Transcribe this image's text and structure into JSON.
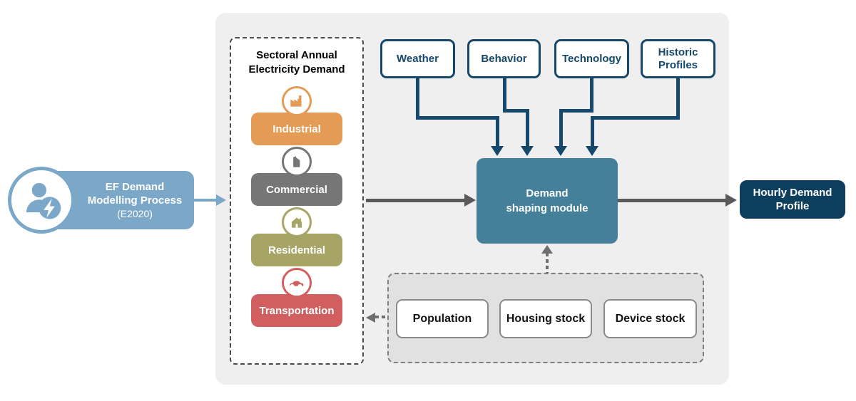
{
  "source": {
    "title_line1": "EF Demand",
    "title_line2": "Modelling Process",
    "subtitle": "(E2020)",
    "icon": "person-energy-icon"
  },
  "sectoral": {
    "title_line1": "Sectoral Annual",
    "title_line2": "Electricity Demand",
    "sectors": [
      {
        "label": "Industrial",
        "color": "#E49B55",
        "icon": "factory-icon"
      },
      {
        "label": "Commercial",
        "color": "#767676",
        "icon": "office-building-icon"
      },
      {
        "label": "Residential",
        "color": "#A6A566",
        "icon": "house-icon"
      },
      {
        "label": "Transportation",
        "color": "#D15F5F",
        "icon": "car-icon"
      }
    ]
  },
  "top_inputs": [
    {
      "label": "Weather"
    },
    {
      "label": "Behavior"
    },
    {
      "label": "Technology"
    },
    {
      "label": "Historic Profiles"
    }
  ],
  "module": {
    "label_line1": "Demand",
    "label_line2": "shaping module",
    "color": "#45809B"
  },
  "output": {
    "label_line1": "Hourly Demand",
    "label_line2": "Profile",
    "color": "#0E3E5E"
  },
  "bottom_inputs": [
    {
      "label": "Population"
    },
    {
      "label": "Housing stock"
    },
    {
      "label": "Device stock"
    }
  ],
  "colors": {
    "accent_navy": "#15486B",
    "source_blue": "#7BA7C9",
    "panel_background": "#EFEFEF",
    "group_background": "#E1E1E1",
    "solid_arrow_gray": "#595959",
    "dotted_arrow_gray": "#6E6E6E"
  }
}
